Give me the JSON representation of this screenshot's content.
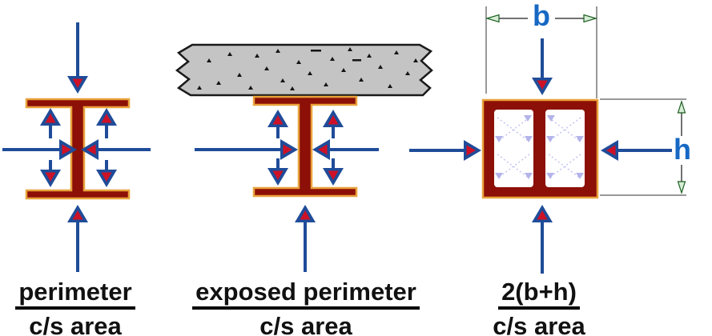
{
  "figure": {
    "description": "Section factor fire-exposure diagram comparing three steel I-beam protection cases",
    "panels": [
      {
        "name": "fully-exposed-ibeam",
        "numerator": "perimeter",
        "denominator": "c/s area"
      },
      {
        "name": "ibeam-under-concrete-slab",
        "numerator": "exposed perimeter",
        "denominator": "c/s area"
      },
      {
        "name": "box-protected-ibeam",
        "numerator": "2(b+h)",
        "denominator": "c/s area",
        "width_label": "b",
        "height_label": "h"
      }
    ],
    "colors": {
      "steel_fill": "#8C1007",
      "steel_outline": "#E9A23B",
      "heat_arrow_blue": "#1F4C99",
      "heat_arrow_core_red": "#CE1126",
      "slab_gray": "#C4C4C4",
      "slab_outline": "#1A1A1A",
      "dimension_label_blue": "#1668C4",
      "dimension_line_gray": "#777777",
      "dimension_arrow_green": "#1B5E20",
      "internal_radiation_lavender": "#C8C8F2",
      "label_text": "#111111",
      "background": "#FFFFFF"
    }
  }
}
